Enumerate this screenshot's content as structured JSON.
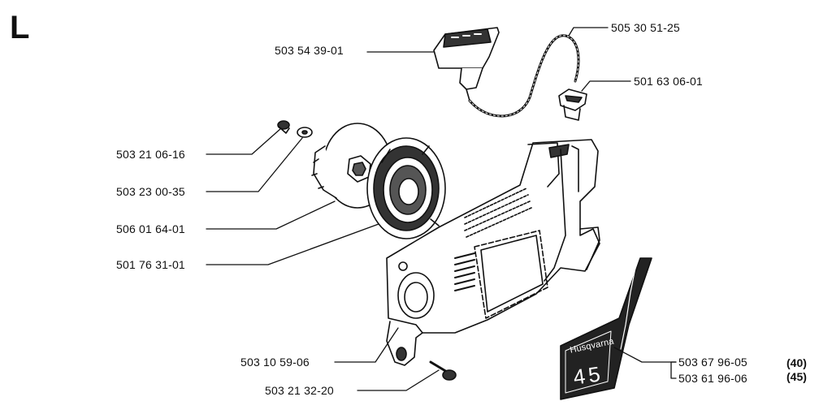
{
  "section_letter": "L",
  "parts": [
    {
      "id": "p1",
      "number": "503 54 39-01"
    },
    {
      "id": "p2",
      "number": "505 30 51-25"
    },
    {
      "id": "p3",
      "number": "501 63 06-01"
    },
    {
      "id": "p4",
      "number": "503 21 06-16"
    },
    {
      "id": "p5",
      "number": "503 23 00-35"
    },
    {
      "id": "p6",
      "number": "506 01 64-01"
    },
    {
      "id": "p7",
      "number": "501 76 31-01"
    },
    {
      "id": "p8",
      "number": "503 10 59-06"
    },
    {
      "id": "p9",
      "number": "503 21 32-20"
    },
    {
      "id": "p10",
      "number": "503 67 96-05",
      "model": "(40)"
    },
    {
      "id": "p11",
      "number": "503 61 96-06",
      "model": "(45)"
    }
  ],
  "decal": {
    "brand_text": "Husqvarna",
    "model_text": "45"
  }
}
